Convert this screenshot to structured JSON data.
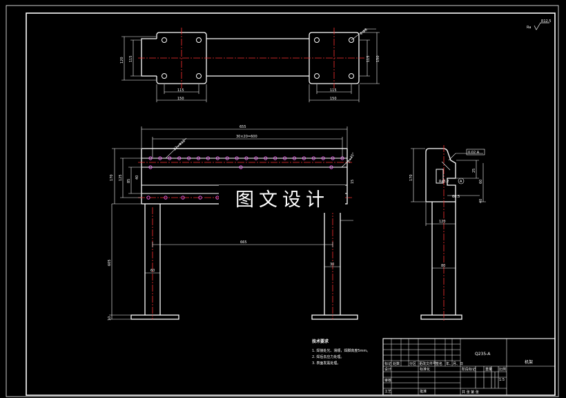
{
  "watermark": "图文设计",
  "roughness": {
    "note": "Ra",
    "value": "R12.5"
  },
  "top_view": {
    "dims": {
      "height_outer_left": "120",
      "height_inner_left": "115",
      "width_holes_left": "115",
      "width_plate_left": "150",
      "hole_spec": "4-Φ8",
      "height_inner_right": "115",
      "height_outer_right": "150",
      "width_holes_right": "115",
      "width_plate_right": "150"
    }
  },
  "front_view": {
    "dims": {
      "overall_length": "655",
      "hole_pattern": "30×20=600",
      "hole_spec": "22×Φ12",
      "chamfer": "2×45°",
      "height_total": "170",
      "height_a": "125",
      "height_b": "85",
      "height_c": "40",
      "leg_spacing": "665",
      "leg_width": "60",
      "leg_gap": "30",
      "height_leg": "605",
      "base_thickness": "10",
      "side_right": "15"
    }
  },
  "side_view": {
    "dims": {
      "tolerance_box": "0.02 A",
      "datum": "A",
      "height_total": "170",
      "height_small": "25",
      "height_mid": "60",
      "height_low": "40",
      "width_slot": "60.5",
      "width_body": "120",
      "leg_width": "80",
      "fit": "Ra3.2"
    }
  },
  "tech_requirements": {
    "title": "技术要求",
    "items": [
      "1. 焊接处光、滑顺，焊脚高度5mm。",
      "2. 焊后去应力处理。",
      "3. 表面发黑处理。"
    ]
  },
  "title_block": {
    "material": "Q235-A",
    "part_name": "机架",
    "header_cells": [
      "标记",
      "处数",
      "分区",
      "更改文件号",
      "签名",
      "年、月、日"
    ],
    "designer_label": "设计",
    "standardize_label": "标准化",
    "stage_label": "阶段标记",
    "weight_label": "重量",
    "scale_label": "比例",
    "scale_value": "1:5",
    "review_label": "审核",
    "process_label": "工艺",
    "approve_label": "批准",
    "sheet_info": "共  张  第  张"
  }
}
